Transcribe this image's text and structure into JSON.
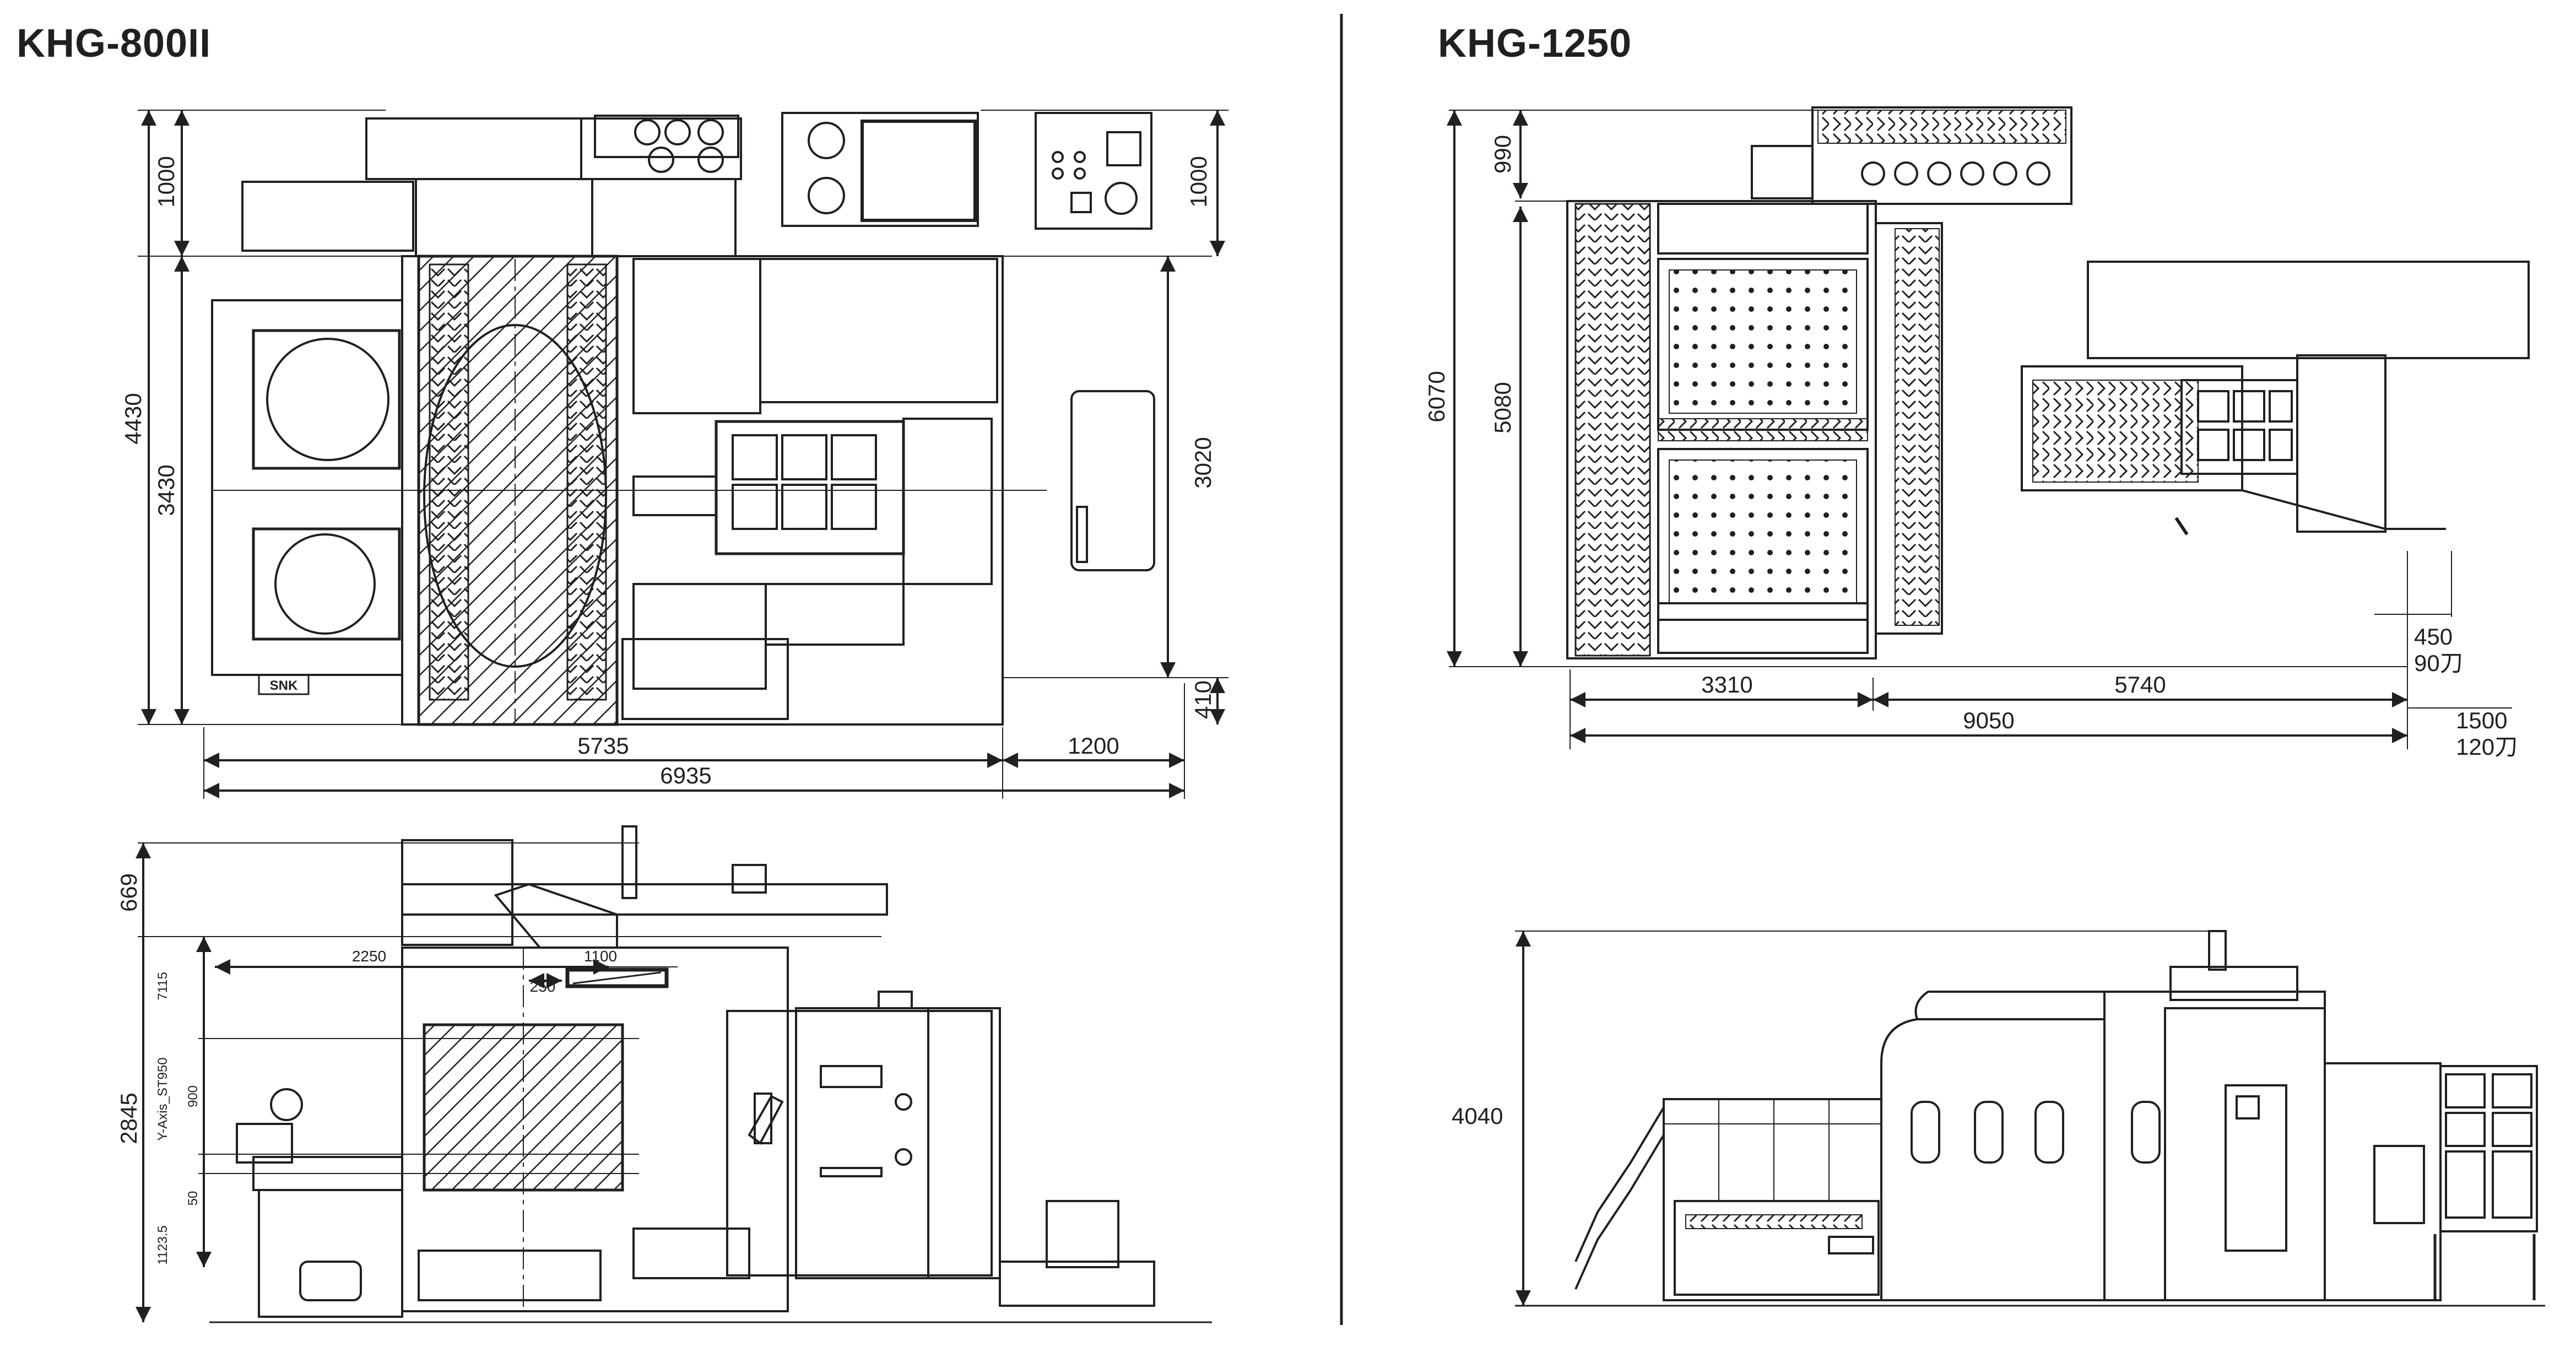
{
  "left": {
    "title": "KHG-800II",
    "top_view": {
      "dims": {
        "top_1000_left": "1000",
        "top_1000_right": "1000",
        "height_4430": "4430",
        "height_3430": "3430",
        "height_3020": "3020",
        "bottom_410": "410",
        "width_5735": "5735",
        "width_1200": "1200",
        "width_6935": "6935"
      },
      "nameplate": "SNK"
    },
    "side_view": {
      "dims": {
        "h_669": "669",
        "h_2845": "2845",
        "h_7115": "7115",
        "y_axis": "Y-Axis_ST950",
        "h_900": "900",
        "h_50": "50",
        "h_1123": "1123.5",
        "w_2250": "2250",
        "w_1100": "1100",
        "w_250": "250"
      }
    }
  },
  "right": {
    "title": "KHG-1250",
    "top_view": {
      "dims": {
        "h_990": "990",
        "h_6070": "6070",
        "h_5080": "5080",
        "w_3310": "3310",
        "w_5740": "5740",
        "w_9050": "9050",
        "w_450": "450",
        "tools_90": "90刀",
        "w_1500": "1500",
        "tools_120": "120刀"
      }
    },
    "side_view": {
      "dims": {
        "h_4040": "4040"
      }
    }
  },
  "colors": {
    "ink": "#231f20",
    "hatch": "#231f20",
    "background": "#ffffff"
  }
}
